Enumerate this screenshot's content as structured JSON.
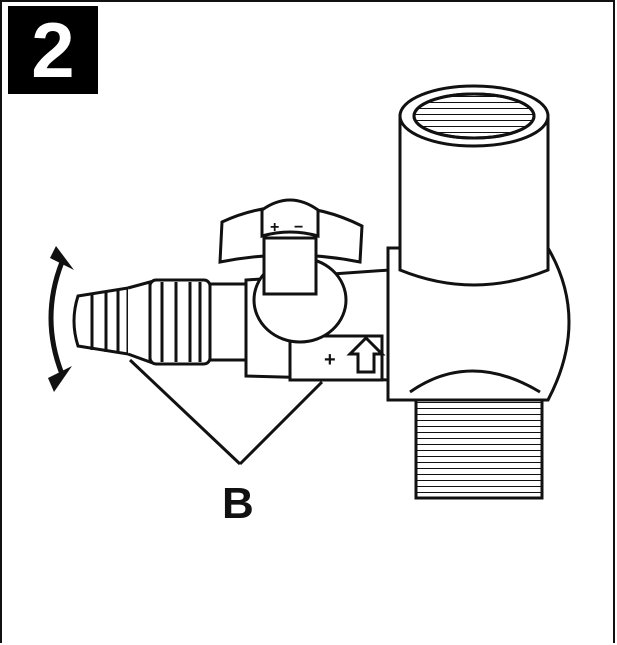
{
  "step": {
    "number": "2"
  },
  "callout": {
    "label": "B"
  },
  "symbols": {
    "plus": "+",
    "minus": "−"
  },
  "colors": {
    "ink": "#111111",
    "background": "#ffffff",
    "badge": "#000000"
  },
  "icons": [
    "rotate-arrow-icon",
    "hose-barb",
    "valve-handle",
    "tee-fitting",
    "flow-direction-arrow-icon"
  ]
}
